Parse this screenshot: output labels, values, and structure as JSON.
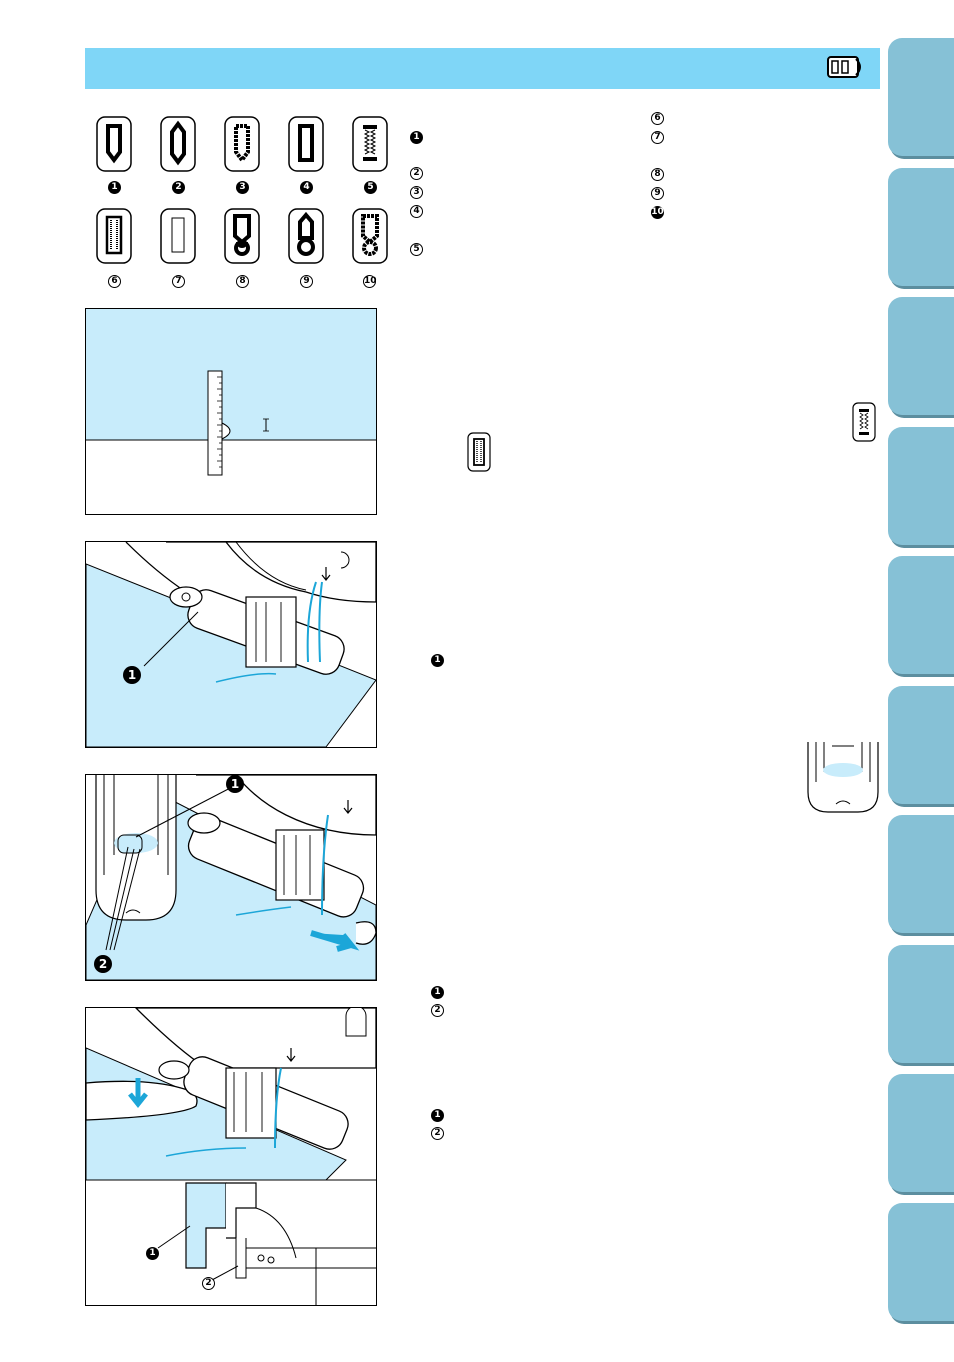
{
  "page": {
    "header": {
      "icon": "buttonhole-foot-icon"
    },
    "side_tabs": [
      {
        "name": "tab-1"
      },
      {
        "name": "tab-2"
      },
      {
        "name": "tab-3"
      },
      {
        "name": "tab-4"
      },
      {
        "name": "tab-5"
      },
      {
        "name": "tab-6"
      },
      {
        "name": "tab-7"
      },
      {
        "name": "tab-8"
      },
      {
        "name": "tab-9"
      },
      {
        "name": "tab-10"
      }
    ],
    "patterns": {
      "numbers": [
        "1",
        "2",
        "3",
        "4",
        "5",
        "6",
        "7",
        "8",
        "9",
        "10"
      ]
    },
    "pattern_legend": {
      "left": [
        "1",
        "2",
        "3",
        "4",
        "5"
      ],
      "right": [
        "6",
        "7",
        "8",
        "9",
        "10"
      ]
    },
    "figure2_callouts": [
      "1"
    ],
    "figure3_callouts": [
      "1",
      "2"
    ],
    "figure4_callouts": [
      "1",
      "2"
    ],
    "text_markers": {
      "step2": [
        "1"
      ],
      "step3": [
        "1",
        "2"
      ],
      "step4": [
        "1",
        "2"
      ]
    }
  }
}
